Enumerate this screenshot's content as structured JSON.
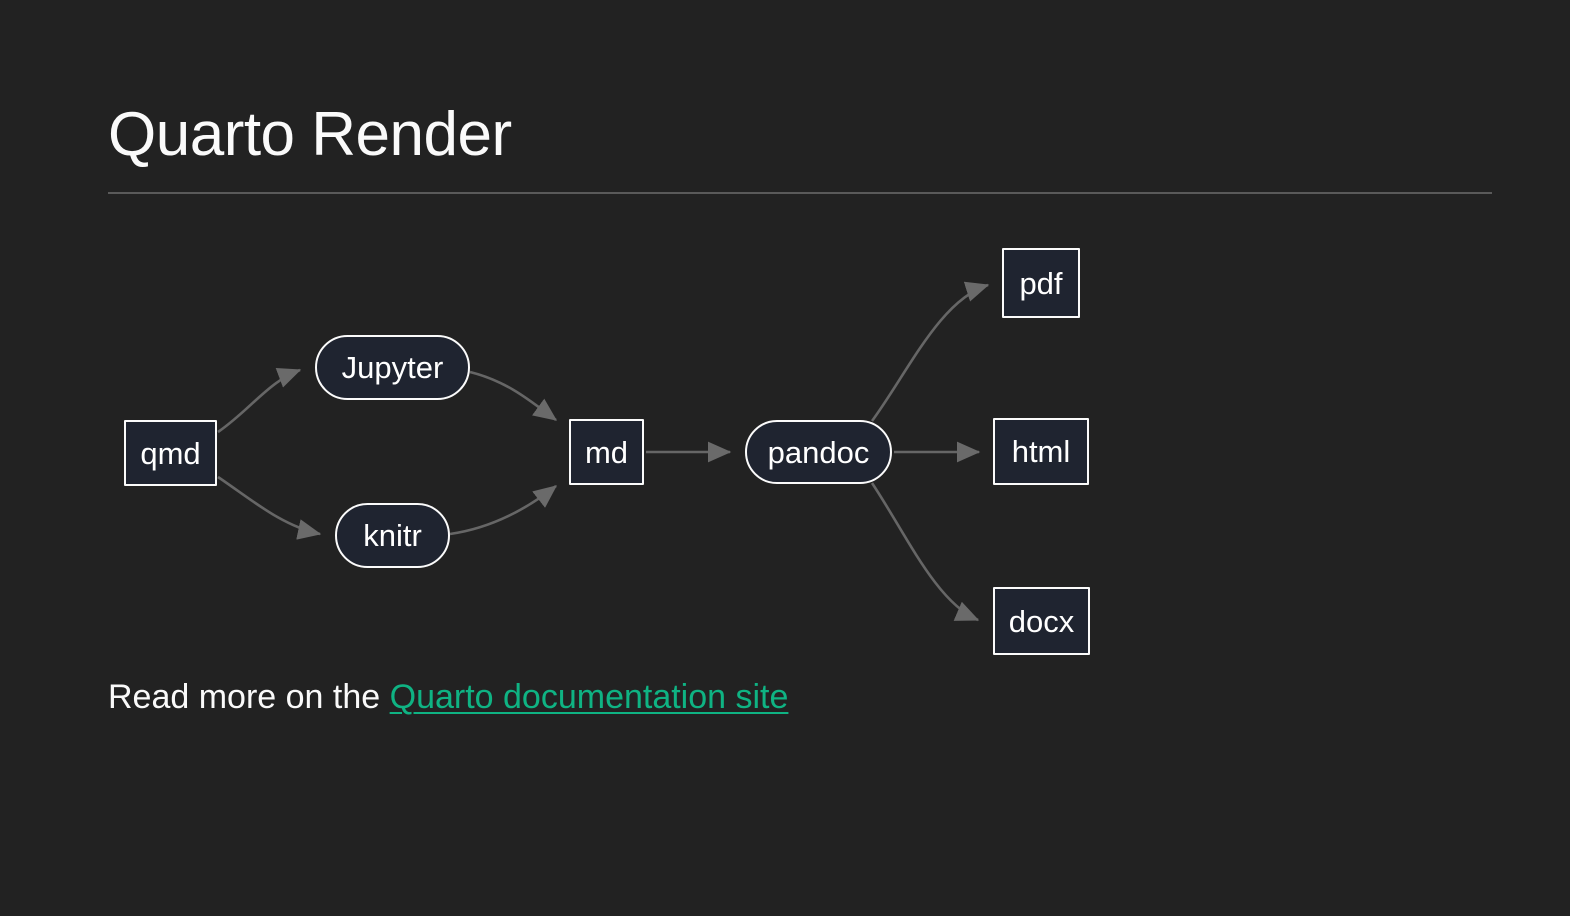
{
  "slide": {
    "title": "Quarto Render",
    "background_color": "#222222",
    "text_color": "#fafafa",
    "rule_color": "#5a5a5a",
    "link_color": "#0fb383"
  },
  "diagram": {
    "type": "flowchart",
    "direction": "left-to-right",
    "node_fill": "#1f2430",
    "node_stroke": "#fbfbfb",
    "edge_color": "#666666",
    "nodes": [
      {
        "id": "qmd",
        "label": "qmd",
        "shape": "rect"
      },
      {
        "id": "jupyter",
        "label": "Jupyter",
        "shape": "stadium"
      },
      {
        "id": "knitr",
        "label": "knitr",
        "shape": "stadium"
      },
      {
        "id": "md",
        "label": "md",
        "shape": "rect"
      },
      {
        "id": "pandoc",
        "label": "pandoc",
        "shape": "stadium"
      },
      {
        "id": "pdf",
        "label": "pdf",
        "shape": "rect"
      },
      {
        "id": "html",
        "label": "html",
        "shape": "rect"
      },
      {
        "id": "docx",
        "label": "docx",
        "shape": "rect"
      }
    ],
    "edges": [
      {
        "from": "qmd",
        "to": "jupyter"
      },
      {
        "from": "qmd",
        "to": "knitr"
      },
      {
        "from": "jupyter",
        "to": "md"
      },
      {
        "from": "knitr",
        "to": "md"
      },
      {
        "from": "md",
        "to": "pandoc"
      },
      {
        "from": "pandoc",
        "to": "pdf"
      },
      {
        "from": "pandoc",
        "to": "html"
      },
      {
        "from": "pandoc",
        "to": "docx"
      }
    ]
  },
  "footer": {
    "lead_text": "Read more on the ",
    "link_text": "Quarto documentation site"
  }
}
